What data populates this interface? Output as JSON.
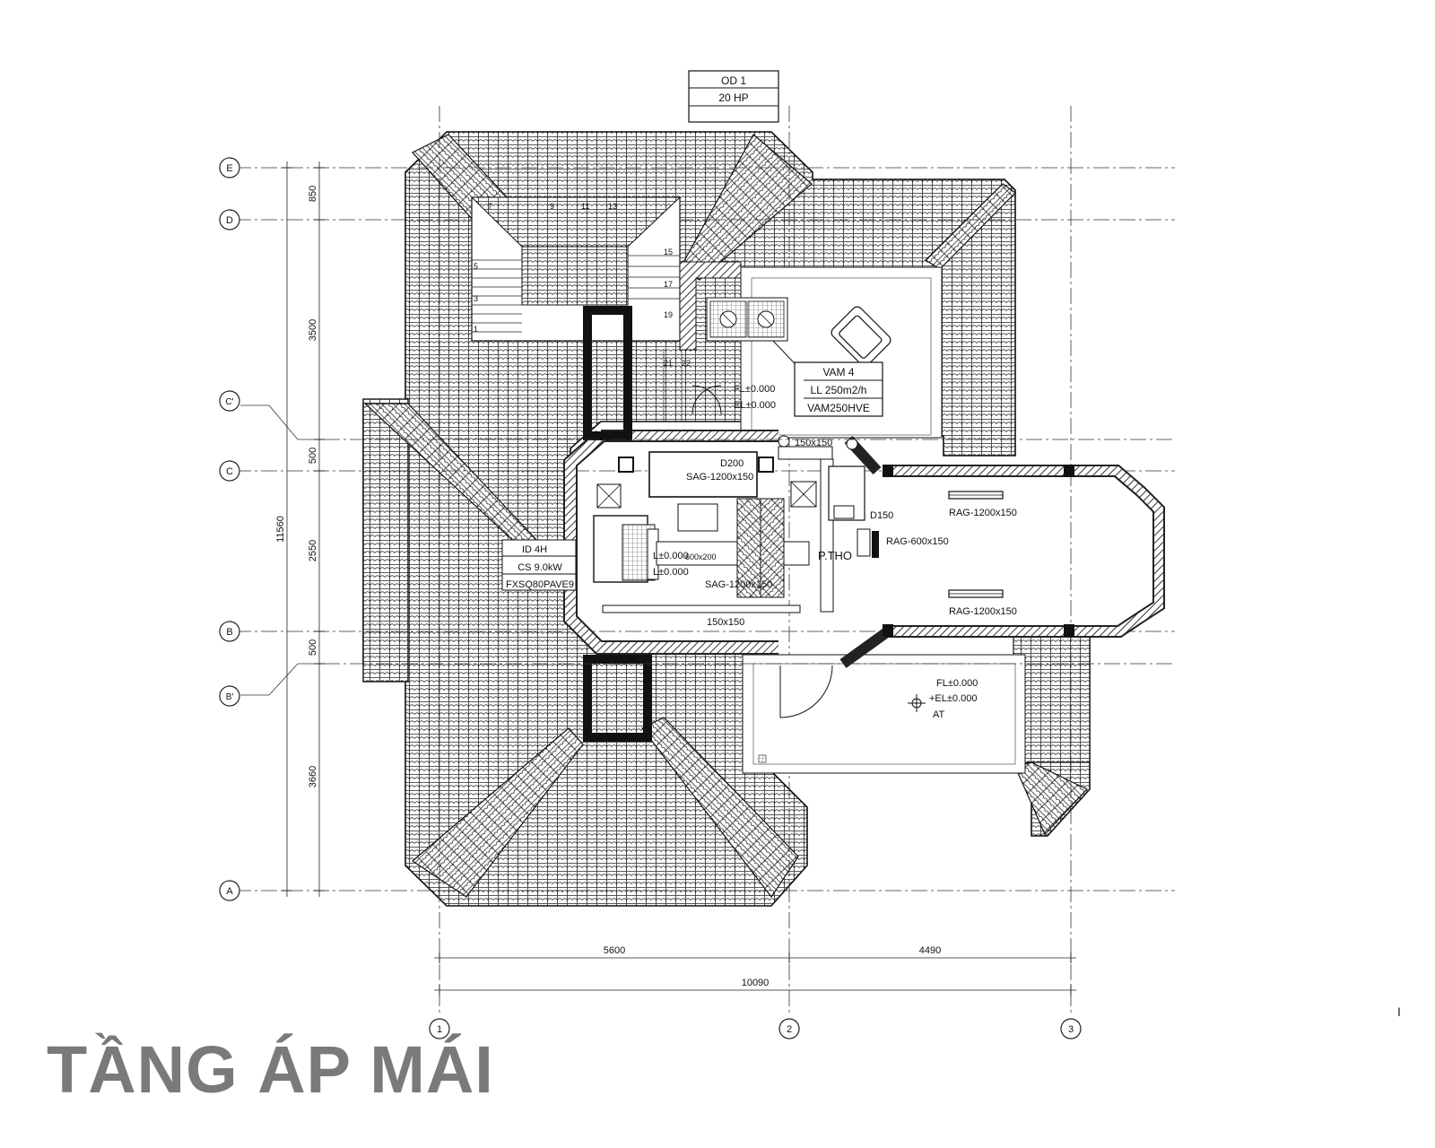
{
  "title": "TẦNG ÁP MÁI",
  "corner_mark": "I",
  "outdoor_unit": {
    "name": "OD 1",
    "capacity": "20 HP"
  },
  "grid_rows": [
    "E",
    "D",
    "C'",
    "C",
    "B",
    "B'",
    "A"
  ],
  "grid_cols": [
    "1",
    "2",
    "3"
  ],
  "dims_vertical": [
    "850",
    "3500",
    "500",
    "2550",
    "500",
    "3660"
  ],
  "dim_total_vertical": "11560",
  "dims_horizontal": [
    "5600",
    "4490"
  ],
  "dim_total_horizontal": "10090",
  "stair_numbers": [
    "7",
    "9",
    "11",
    "13",
    "15",
    "17",
    "19",
    "21",
    "22",
    "5",
    "3",
    "1"
  ],
  "vam": {
    "name": "VAM 4",
    "flow": "LL 250m2/h",
    "model": "VAM250HVE"
  },
  "indoor_unit": {
    "name": "ID 4H",
    "capacity": "CS 9.0kW",
    "model": "FXSQ80PAVE9"
  },
  "levels": {
    "fl": "FL±0.000",
    "el": "EL±0.000",
    "l1": "L±0.000",
    "l2": "L±0.000",
    "at_fl": "FL±0.000",
    "at_el": "+EL±0.000",
    "at": "AT"
  },
  "room_label": "P.THO",
  "ducts": {
    "d200": "D200",
    "sag1": "SAG-1200x150",
    "sag2": "SAG-1200x150",
    "d150x150_top": "150x150",
    "d150x150_bottom": "150x150",
    "d150": "D150",
    "rag1": "RAG-1200x150",
    "rag2": "RAG-600x150",
    "rag3": "RAG-1200x150",
    "d600x200": "600x200"
  }
}
